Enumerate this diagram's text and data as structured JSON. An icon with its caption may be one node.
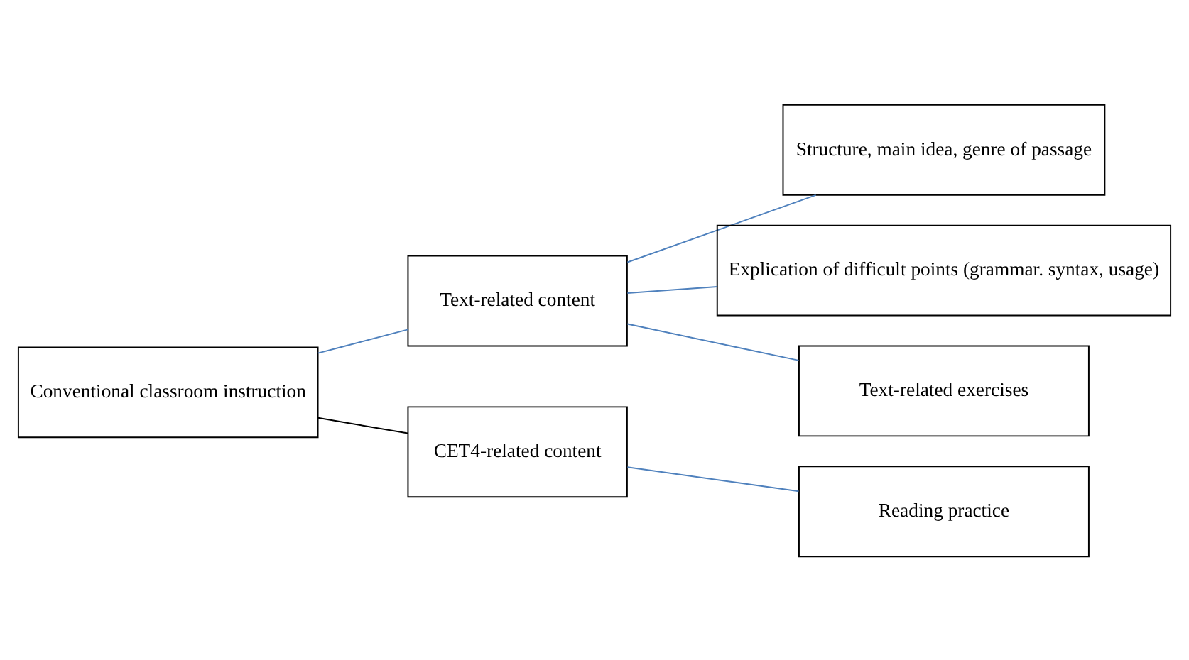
{
  "diagram": {
    "nodes": [
      {
        "text": [
          "Conventional classroom instruction"
        ]
      },
      {
        "text": [
          "Text-related content"
        ]
      },
      {
        "text": [
          "CET4-related content"
        ]
      },
      {
        "text": [
          "Structure, main idea, genre of passage"
        ]
      },
      {
        "text": [
          "Explication of difficult points (grammar. syntax, usage)"
        ]
      },
      {
        "text": [
          "Text-related exercises"
        ]
      },
      {
        "text": [
          "Reading practice"
        ]
      }
    ],
    "edges": [
      {
        "from": 0,
        "to": 1,
        "arrow": "none"
      },
      {
        "from": 0,
        "to": 2,
        "arrow": "none",
        "color": "#000000"
      },
      {
        "from": 1,
        "to": 3,
        "arrow": "none"
      },
      {
        "from": 1,
        "to": 4,
        "arrow": "none"
      },
      {
        "from": 1,
        "to": 5,
        "arrow": "none"
      },
      {
        "from": 2,
        "to": 6,
        "arrow": "none"
      }
    ]
  }
}
